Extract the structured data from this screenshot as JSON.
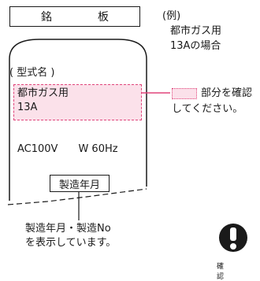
{
  "nameplate": {
    "title": "銘　板",
    "model_heading": "( 型式名 )",
    "model_line1": "都市ガス用",
    "model_line2": "13A",
    "power_spec": "AC100V　　W 60Hz",
    "manufacture_label": "製造年月"
  },
  "example": {
    "heading": "(例)",
    "line1": "都市ガス用",
    "line2": "13Aの場合"
  },
  "legend": {
    "line1": "部分を確認",
    "line2": "してください。"
  },
  "note": {
    "line1": "製造年月・製造No",
    "line2": "を表示しています。"
  },
  "warning": {
    "label": "確認"
  },
  "colors": {
    "highlight_fill": "#fbe1ea",
    "highlight_border": "#e0457b",
    "ink": "#1a1a1a"
  }
}
